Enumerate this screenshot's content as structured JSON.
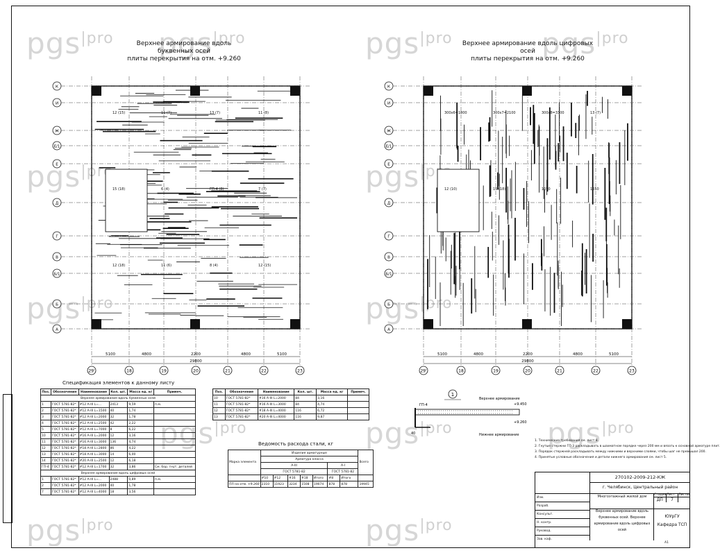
{
  "watermark": {
    "brand": "pgs",
    "suffix": "pro"
  },
  "left_plan": {
    "title_line1": "Верхнее армирование вдоль буквенных осей",
    "title_line2": "плиты перекрытия на отм. +9.260",
    "row_axes": [
      "К",
      "И",
      "Ж",
      "Е/1",
      "Е",
      "Д",
      "Г",
      "В",
      "Б/1",
      "Б",
      "А"
    ],
    "col_axes": [
      "29'",
      "18",
      "19",
      "20",
      "21",
      "22",
      "23"
    ],
    "bottom_dims": [
      "5100",
      "4800",
      "2200",
      "4800",
      "5100"
    ],
    "total_dim": "29800",
    "labels": [
      "12 (15)",
      "11 (7)",
      "13 (7)",
      "11 (8)",
      "15 (18)",
      "6 (4)",
      "ГП-4 (8)",
      "7 (7)",
      "12 (18)",
      "11 (6)",
      "8 (4)",
      "12 (15)"
    ]
  },
  "right_plan": {
    "title_line1": "Верхнее армирование вдоль цифровых осей",
    "title_line2": "плиты перекрытия на отм. +9.260",
    "row_axes": [
      "К",
      "И",
      "Ж",
      "Е/1",
      "Е",
      "Д",
      "Г",
      "В",
      "Б/1",
      "Б",
      "А"
    ],
    "col_axes": [
      "29'",
      "18",
      "19",
      "20",
      "21",
      "22",
      "23"
    ],
    "bottom_dims": [
      "5100",
      "4800",
      "2200",
      "4800",
      "5100"
    ],
    "total_dim": "29800",
    "labels": [
      "300x6=1800",
      "300x7=2100",
      "300x8=3300",
      "13 (7)",
      "12 (10)",
      "15 (18)",
      "1050",
      "1650"
    ]
  },
  "spec": {
    "caption": "Спецификация элементов к данному листу",
    "headers": [
      "Поз.",
      "Обозначение",
      "Наименование",
      "Кол. шт.",
      "Масса ед. кг",
      "Примеч."
    ],
    "section1": "Верхнее армирование вдоль буквенных осей",
    "rows1": [
      [
        "1",
        "ГОСТ 5781-82*",
        "#12  А-III  L=...",
        "2413",
        "9,59",
        "п.м."
      ],
      [
        "2",
        "ГОСТ 5781-82*",
        "#12  А-III  L=1500",
        "40",
        "1,74",
        ""
      ],
      [
        "3",
        "ГОСТ 5781-82*",
        "#12  А-III  L=2000",
        "32",
        "1,78",
        ""
      ],
      [
        "4",
        "ГОСТ 5781-82*",
        "#12  А-III  L=2500",
        "42",
        "2,22",
        ""
      ],
      [
        "5",
        "ГОСТ 5781-82*",
        "#12  А-III  L=7000",
        "8",
        "6,22",
        ""
      ],
      [
        "10",
        "ГОСТ 5781-82*",
        "#16  А-III  L=2000",
        "12",
        "3,16",
        ""
      ],
      [
        "11",
        "ГОСТ 5781-82*",
        "#16  А-III  L=3000",
        "136",
        "4,74",
        ""
      ],
      [
        "12",
        "ГОСТ 5781-82*",
        "#18  А-III  L=2800",
        "86",
        "4,22",
        ""
      ],
      [
        "13",
        "ГОСТ 5781-82*",
        "#18  А-III  L=3000",
        "14",
        "6,00",
        ""
      ],
      [
        "14",
        "ГОСТ 5781-82*",
        "#20  А-III  L=2500",
        "12",
        "6,18",
        ""
      ],
      [
        "ГП-4",
        "ГОСТ 5781-82*",
        "#12  А-III  L=1700",
        "32",
        "3,86",
        "См. бор. гнут. деталей"
      ]
    ],
    "section2": "Верхнее армирование вдоль цифровых осей",
    "rows2": [
      [
        "1",
        "ГОСТ 5781-82*",
        "#12  А-III  L=...",
        "2488",
        "0,89",
        "п.м."
      ],
      [
        "2",
        "ГОСТ 5781-82*",
        "#12  А-III  L=2000",
        "40",
        "1,78",
        ""
      ],
      [
        "7",
        "ГОСТ 5781-82*",
        "#12  А-III  L=4000",
        "18",
        "3,56",
        ""
      ]
    ]
  },
  "spec2": {
    "headers": [
      "Поз.",
      "Обозначение",
      "Наименование",
      "Кол. шт.",
      "Масса ед. кг",
      "Примеч."
    ],
    "rows": [
      [
        "10",
        "ГОСТ 5781-82*",
        "#16  А-III  L=2000",
        "84",
        "3,16",
        ""
      ],
      [
        "11",
        "ГОСТ 5781-82*",
        "#16  А-III  L=3000",
        "84",
        "4,74",
        ""
      ],
      [
        "12",
        "ГОСТ 5781-82*",
        "#18  А-III  L=4000",
        "116",
        "6,72",
        ""
      ],
      [
        "13",
        "ГОСТ 5781-82*",
        "#20  А-III  L=4000",
        "116",
        "9,87",
        ""
      ]
    ]
  },
  "steel": {
    "caption": "Ведомость расхода стали, кг",
    "h1": "Изделия арматурные",
    "h2": "Арматура класса",
    "h3a": "А-III",
    "h3b": "А-I",
    "gost_a": "ГОСТ 5781-82",
    "gost_b": "ГОСТ 5781-82",
    "mark_label": "Марка элемента",
    "total_label": "Всего",
    "cols": [
      "#10",
      "#12",
      "#16",
      "#18",
      "Итого",
      "#8",
      "Итого"
    ],
    "row_label": "ПЛ на отм. +9.260",
    "row_vals": [
      "2310",
      "11923",
      "3234",
      "1508",
      "19074",
      "878",
      "878"
    ],
    "row_total": "19945"
  },
  "section_view": {
    "marker": "1",
    "ref": "ГП-4",
    "upper_label": "Верхнее армирование",
    "lower_label": "Нижнее армирование",
    "elev1": "+9.450",
    "elev2": "+9.260",
    "dim": "40"
  },
  "notes": [
    "1. Технические требования см. лист 8.",
    "2. Гнутые стержни ГП-3 раскладывать в шахматном порядке через 200 мм и вязать к основной арматуре плит.",
    "3. Порядок стержней раскладывать между нижними и верхними слоями, чтобы шаг не превышал 200.",
    "4. Принятые условные обозначения и детали нижнего армирования см. лист 5."
  ],
  "stamp": {
    "code": "270102-2009-212-КЖ",
    "city": "г. Челябинск, Центральный район",
    "object": "Многоэтажный жилой дом",
    "stage_label": "Стадия",
    "sheet_label": "Лист",
    "sheets_label": "Листов",
    "stage": "ДП",
    "sheet": "7",
    "title": "Верхнее армирование вдоль буквенных осей. Верхнее армирование вдоль цифровых осей",
    "org1": "ЮУрГУ",
    "org2": "Кафедра ТСП",
    "roles": [
      "Изм.",
      "Разраб.",
      "Консульт.",
      "Н. контр.",
      "Руковод.",
      "Зав. каф."
    ],
    "format": "А1"
  }
}
